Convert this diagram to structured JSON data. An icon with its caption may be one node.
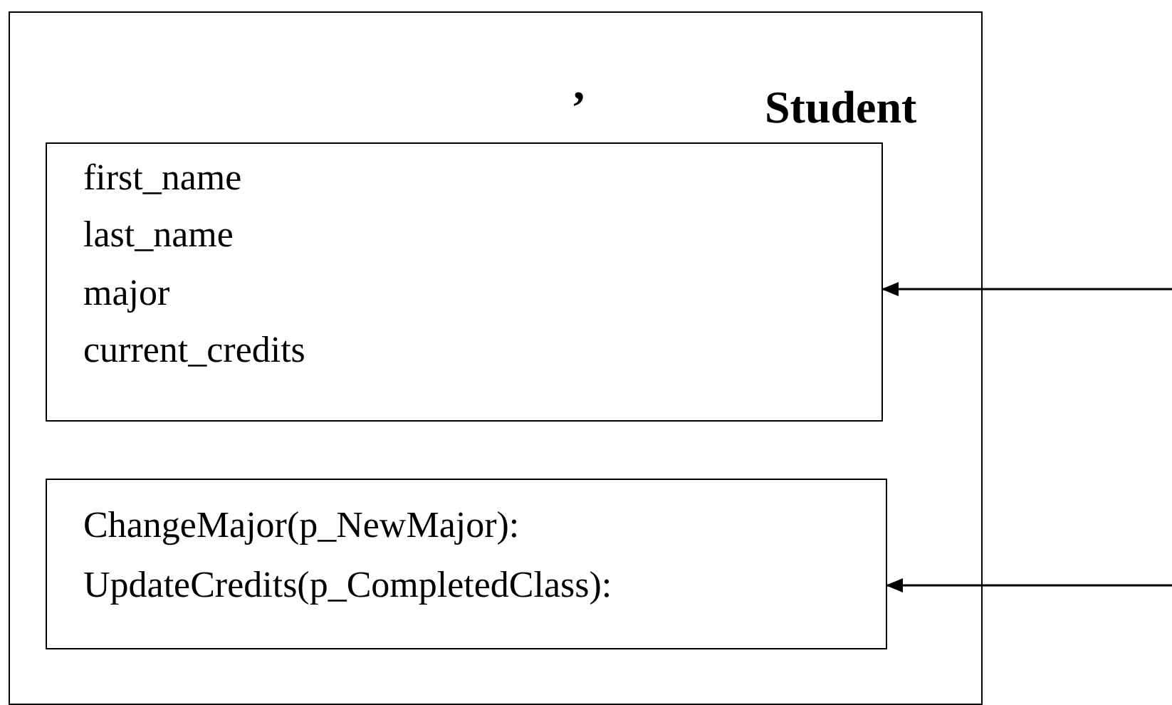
{
  "diagram": {
    "nodes": [
      {
        "text": [
          "’",
          "Student"
        ]
      },
      {
        "text": [
          "first_name",
          "last_name",
          "major",
          "current_credits"
        ],
        "in": 0
      },
      {
        "text": [
          "ChangeMajor(p_NewMajor):",
          "UpdateCredits(p_CompletedClass):"
        ],
        "in": 0
      }
    ],
    "edges": [
      {
        "from": null,
        "to": 1,
        "arrow": "to"
      },
      {
        "from": null,
        "to": 2,
        "arrow": "to"
      }
    ]
  }
}
